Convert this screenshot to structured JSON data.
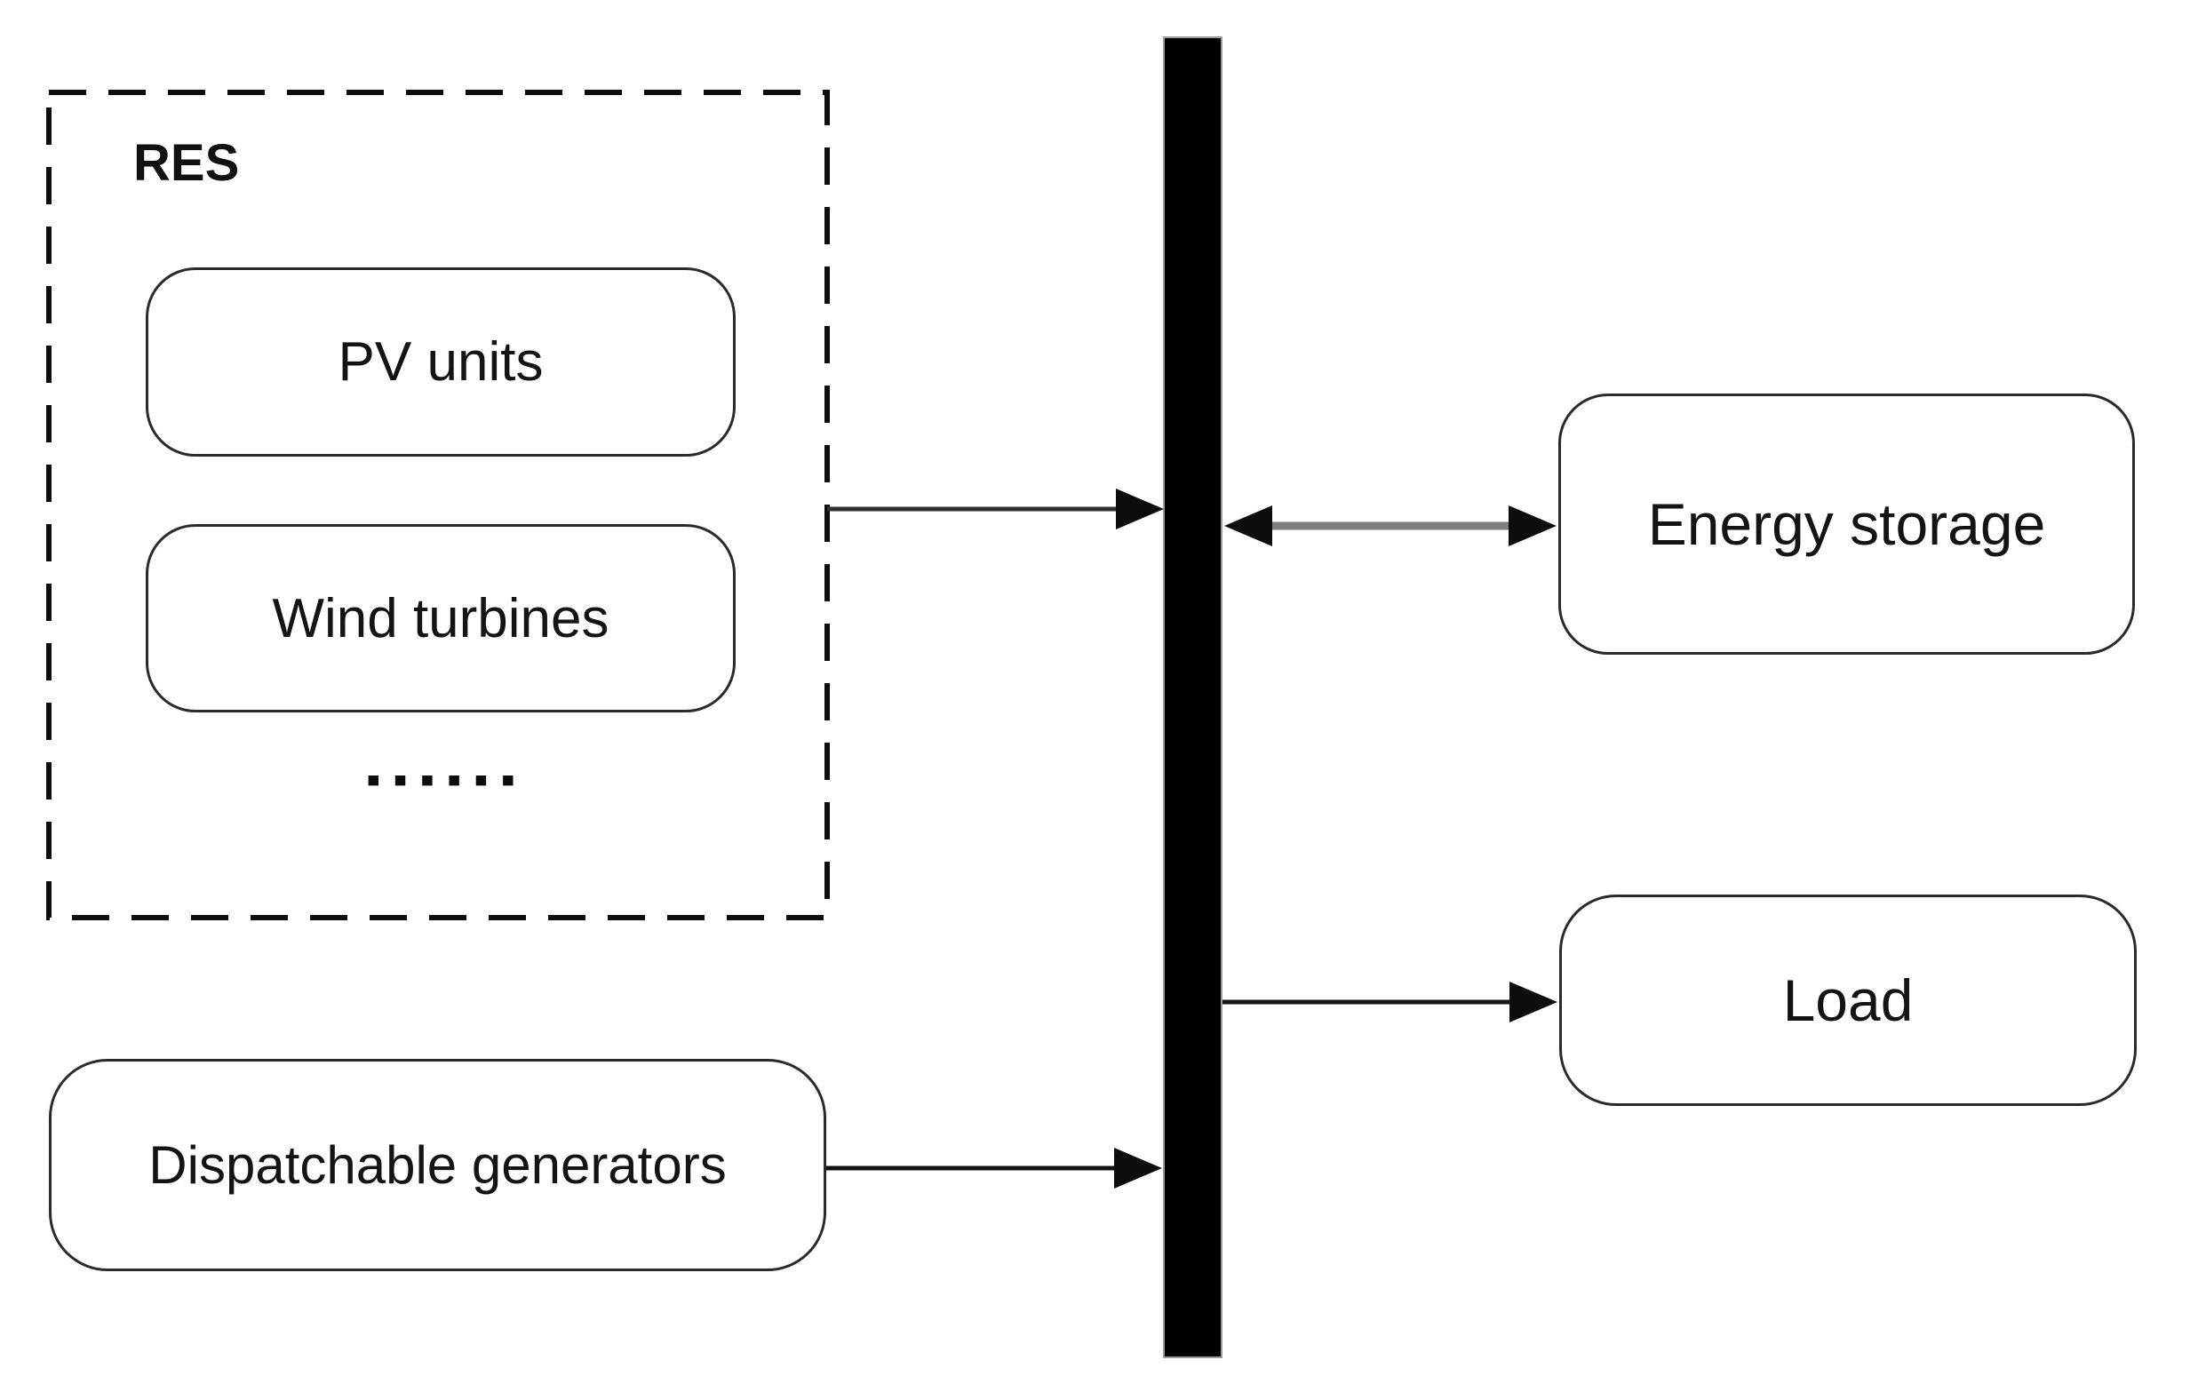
{
  "figure": {
    "type": "block-diagram",
    "subject": "Microgrid structure: sources and loads connected to a common bus"
  },
  "res_group": {
    "label": "RES",
    "items": [
      {
        "label": "PV units"
      },
      {
        "label": "Wind turbines"
      }
    ],
    "more_indicator": "▪▪▪▪▪▪"
  },
  "nodes": {
    "dispatchable": {
      "label": "Dispatchable generators"
    },
    "energy_storage": {
      "label": "Energy storage"
    },
    "load": {
      "label": "Load"
    }
  },
  "bus": {
    "name": "common bus bar"
  },
  "arrows": [
    {
      "from": "RES group",
      "to": "bus",
      "direction": "one-way-right"
    },
    {
      "from": "bus",
      "to": "Energy storage",
      "direction": "two-way"
    },
    {
      "from": "bus",
      "to": "Load",
      "direction": "one-way-right"
    },
    {
      "from": "Dispatchable generators",
      "to": "bus",
      "direction": "one-way-right"
    }
  ],
  "colors": {
    "background": "#ffffff",
    "line": "#141414",
    "bus_fill": "#000000",
    "double_arrow_shaft": "#7f7f7f",
    "box_border": "#2a2a2a"
  }
}
